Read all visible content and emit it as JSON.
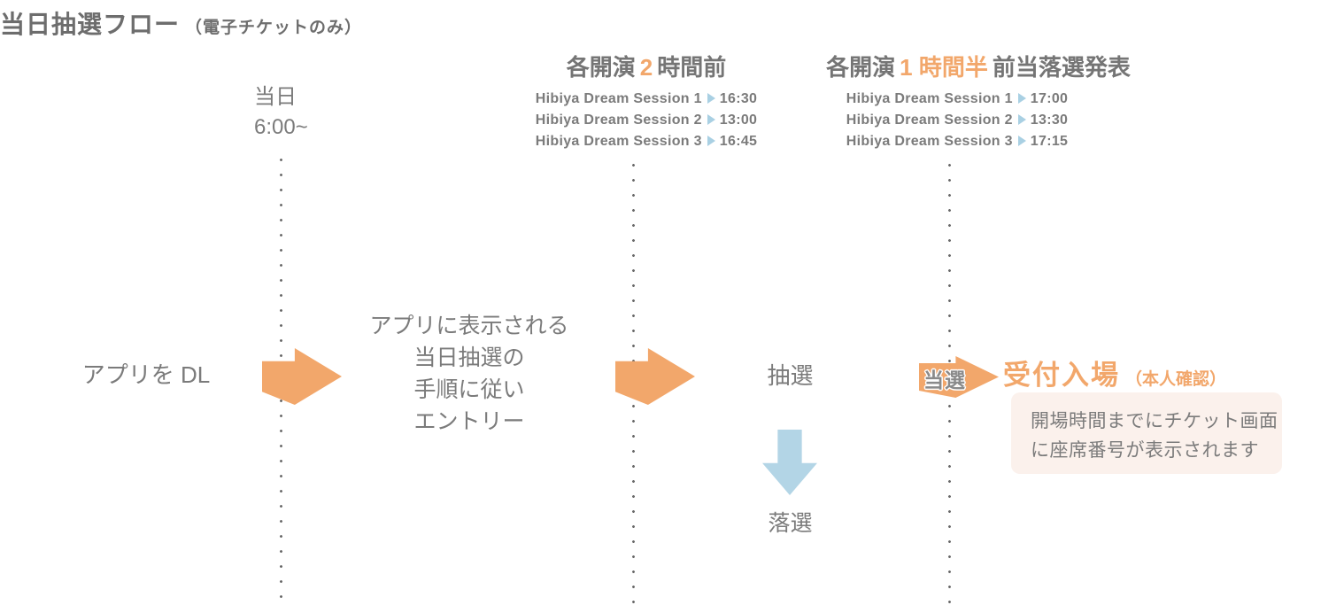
{
  "page": {
    "title": "当日抽選フロー",
    "title_note": "（電子チケットのみ）"
  },
  "colors": {
    "accent_orange": "#f2a76b",
    "accent_blue": "#b3d5e6",
    "text_gray": "#7b7b7b",
    "note_background": "#fbf1ec"
  },
  "timeline": {
    "col1": {
      "line1": "当日",
      "line2": "6:00~"
    },
    "col2": {
      "heading_pre": "各開演",
      "heading_highlight": "2",
      "heading_post": "時間前",
      "sessions": [
        {
          "name": "Hibiya Dream Session 1",
          "time": "16:30"
        },
        {
          "name": "Hibiya Dream Session 2",
          "time": "13:00"
        },
        {
          "name": "Hibiya Dream Session 3",
          "time": "16:45"
        }
      ]
    },
    "col3": {
      "heading_pre": "各開演",
      "heading_highlight": "1 時間半",
      "heading_post": "前当落選発表",
      "sessions": [
        {
          "name": "Hibiya Dream Session 1",
          "time": "17:00"
        },
        {
          "name": "Hibiya Dream Session 2",
          "time": "13:30"
        },
        {
          "name": "Hibiya Dream Session 3",
          "time": "17:15"
        }
      ]
    }
  },
  "flow": {
    "step1": "アプリを DL",
    "step2_line1": "アプリに表示される",
    "step2_line2": "当日抽選の",
    "step2_line3": "手順に従い",
    "step2_line4": "エントリー",
    "step3": "抽選",
    "lose_label": "落選",
    "win_label": "当選",
    "step4": "受付入場",
    "step4_note": "（本人確認）",
    "note_line1": "開場時間までにチケット画面",
    "note_line2": "に座席番号が表示されます"
  }
}
